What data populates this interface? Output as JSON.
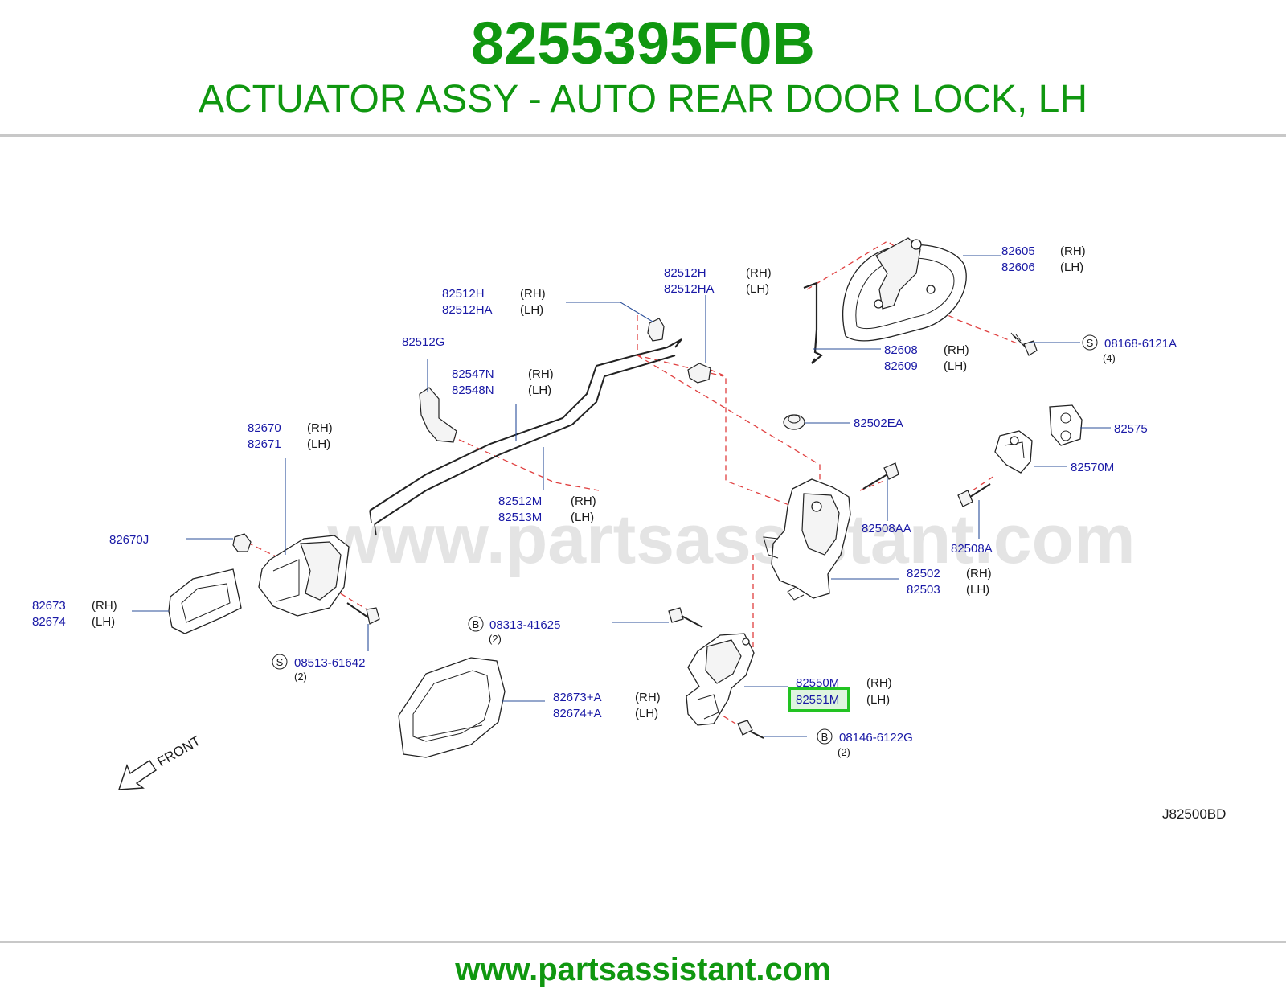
{
  "header": {
    "part_number": "8255395F0B",
    "part_name": "ACTUATOR ASSY - AUTO REAR DOOR LOCK, LH"
  },
  "footer": {
    "url": "www.partsassistant.com"
  },
  "diagram": {
    "watermark": "www.partsassistant.com",
    "reference_code": "J82500BD",
    "front_label": "FRONT",
    "highlight_color": "#22c322",
    "callouts": {
      "c82512H_left": {
        "rh": "82512H",
        "lh": "82512HA",
        "rh_tag": "(RH)",
        "lh_tag": "(LH)"
      },
      "c82512H_right": {
        "rh": "82512H",
        "lh": "82512HA",
        "rh_tag": "(RH)",
        "lh_tag": "(LH)"
      },
      "c82605": {
        "rh": "82605",
        "lh": "82606",
        "rh_tag": "(RH)",
        "lh_tag": "(LH)"
      },
      "c82512G": {
        "pn": "82512G"
      },
      "c82547N": {
        "rh": "82547N",
        "lh": "82548N",
        "rh_tag": "(RH)",
        "lh_tag": "(LH)"
      },
      "c82608": {
        "rh": "82608",
        "lh": "82609",
        "rh_tag": "(RH)",
        "lh_tag": "(LH)"
      },
      "c08168": {
        "mark": "S",
        "pn": "08168-6121A",
        "qty": "(4)"
      },
      "c82502EA": {
        "pn": "82502EA"
      },
      "c82575": {
        "pn": "82575"
      },
      "c82670": {
        "rh": "82670",
        "lh": "82671",
        "rh_tag": "(RH)",
        "lh_tag": "(LH)"
      },
      "c82570M": {
        "pn": "82570M"
      },
      "c82512M": {
        "rh": "82512M",
        "lh": "82513M",
        "rh_tag": "(RH)",
        "lh_tag": "(LH)"
      },
      "c82508AA": {
        "pn": "82508AA"
      },
      "c82670J": {
        "pn": "82670J"
      },
      "c82508A": {
        "pn": "82508A"
      },
      "c82502": {
        "rh": "82502",
        "lh": "82503",
        "rh_tag": "(RH)",
        "lh_tag": "(LH)"
      },
      "c82673": {
        "rh": "82673",
        "lh": "82674",
        "rh_tag": "(RH)",
        "lh_tag": "(LH)"
      },
      "c08313": {
        "mark": "B",
        "pn": "08313-41625",
        "qty": "(2)"
      },
      "c08513": {
        "mark": "S",
        "pn": "08513-61642",
        "qty": "(2)"
      },
      "c82550M": {
        "rh": "82550M",
        "lh": "82551M",
        "rh_tag": "(RH)",
        "lh_tag": "(LH)"
      },
      "c82673A": {
        "rh": "82673+A",
        "lh": "82674+A",
        "rh_tag": "(RH)",
        "lh_tag": "(LH)"
      },
      "c08146": {
        "mark": "B",
        "pn": "08146-6122G",
        "qty": "(2)"
      }
    }
  }
}
